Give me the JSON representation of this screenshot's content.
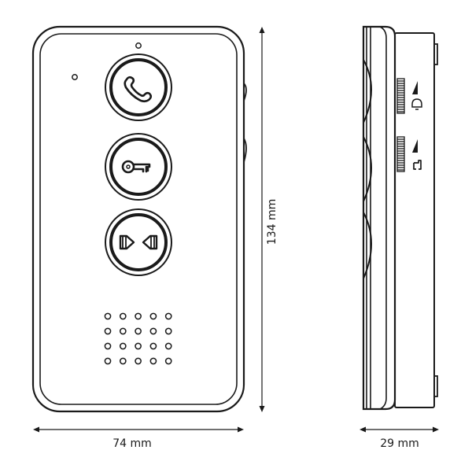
{
  "dimensions": {
    "width_label": "74 mm",
    "height_label": "134 mm",
    "depth_label": "29 mm"
  },
  "buttons": [
    {
      "name": "call-button",
      "icon": "phone-icon"
    },
    {
      "name": "unlock-button",
      "icon": "key-icon"
    },
    {
      "name": "intercom-button",
      "icon": "intercom-icon"
    }
  ],
  "side_controls": [
    {
      "name": "ring-volume-slider",
      "icon": "bell-icon"
    },
    {
      "name": "speaker-volume-slider",
      "icon": "handset-icon"
    }
  ],
  "speaker_grille": {
    "rows": 4,
    "columns": 5
  },
  "colors": {
    "line": "#1a1a1a",
    "background": "#ffffff"
  }
}
